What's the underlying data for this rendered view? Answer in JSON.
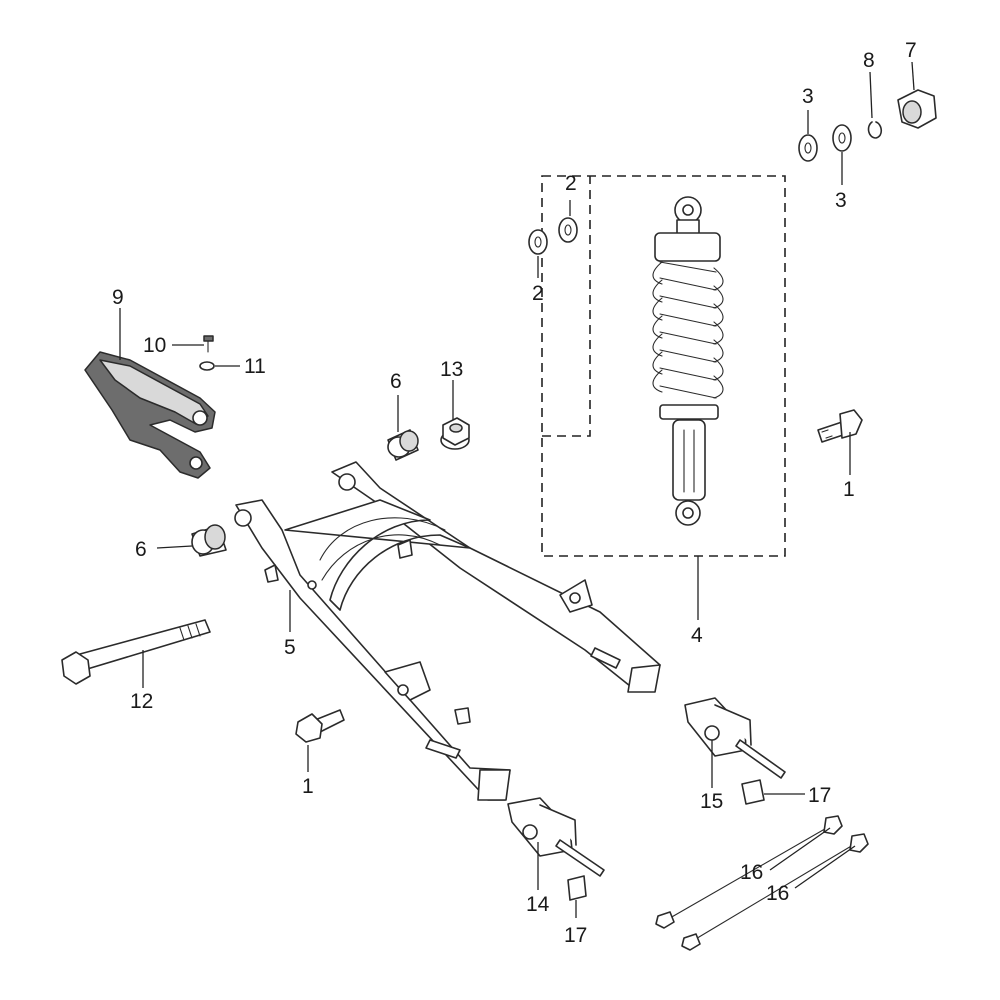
{
  "diagram": {
    "callouts": [
      {
        "id": "c1a",
        "label": "1"
      },
      {
        "id": "c1b",
        "label": "1"
      },
      {
        "id": "c2a",
        "label": "2"
      },
      {
        "id": "c2b",
        "label": "2"
      },
      {
        "id": "c3a",
        "label": "3"
      },
      {
        "id": "c3b",
        "label": "3"
      },
      {
        "id": "c4",
        "label": "4"
      },
      {
        "id": "c5",
        "label": "5"
      },
      {
        "id": "c6a",
        "label": "6"
      },
      {
        "id": "c6b",
        "label": "6"
      },
      {
        "id": "c7",
        "label": "7"
      },
      {
        "id": "c8",
        "label": "8"
      },
      {
        "id": "c9",
        "label": "9"
      },
      {
        "id": "c10",
        "label": "10"
      },
      {
        "id": "c11",
        "label": "11"
      },
      {
        "id": "c12",
        "label": "12"
      },
      {
        "id": "c13",
        "label": "13"
      },
      {
        "id": "c14",
        "label": "14"
      },
      {
        "id": "c15",
        "label": "15"
      },
      {
        "id": "c16a",
        "label": "16"
      },
      {
        "id": "c16b",
        "label": "16"
      },
      {
        "id": "c17a",
        "label": "17"
      },
      {
        "id": "c17b",
        "label": "17"
      }
    ]
  }
}
